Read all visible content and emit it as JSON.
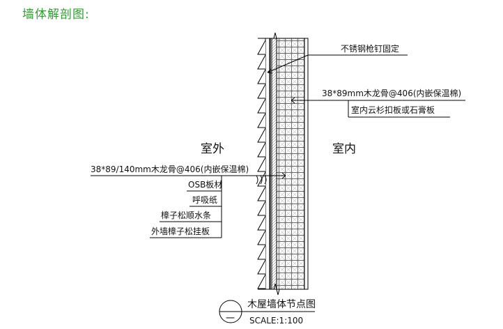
{
  "heading": "墙体解剖图:",
  "sides": {
    "outside": "室外",
    "inside": "室内"
  },
  "callouts_right": [
    "不锈钢枪钉固定",
    "38*89mm木龙骨@406(内嵌保温棉)",
    "室内云杉扣板或石膏板"
  ],
  "callouts_left": [
    "38*89/140mm木龙骨@406(内嵌保温棉)",
    "OSB板材",
    "呼吸纸",
    "樟子松顺水条",
    "外墙樟子松挂板"
  ],
  "detail": {
    "symbol": "一",
    "title": "木屋墙体节点图",
    "scale": "SCALE:1:100"
  }
}
